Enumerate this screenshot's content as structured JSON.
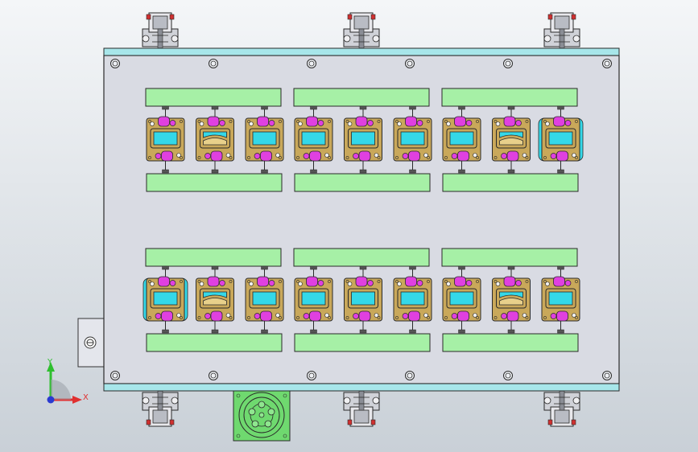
{
  "view": {
    "background_top": "#f4f6f8",
    "background_bottom": "#c9d0d7"
  },
  "triad": {
    "y_label": "Y",
    "x_label": "X",
    "y_color": "#2fbf2f",
    "x_color": "#e03030",
    "z_color": "#2a3ad0"
  },
  "colors": {
    "plate": "#d9dbe3",
    "rail": "#a7e6ea",
    "bar": "#a6f0a6",
    "fixture": "#c9a85a",
    "window": "#34d8e8",
    "clamp": "#e040e0",
    "connector": "#6fd96f",
    "outline": "#2a2a2a"
  },
  "layout": {
    "groups_per_row": 3,
    "fixtures_per_group": 3,
    "rows": 2
  }
}
